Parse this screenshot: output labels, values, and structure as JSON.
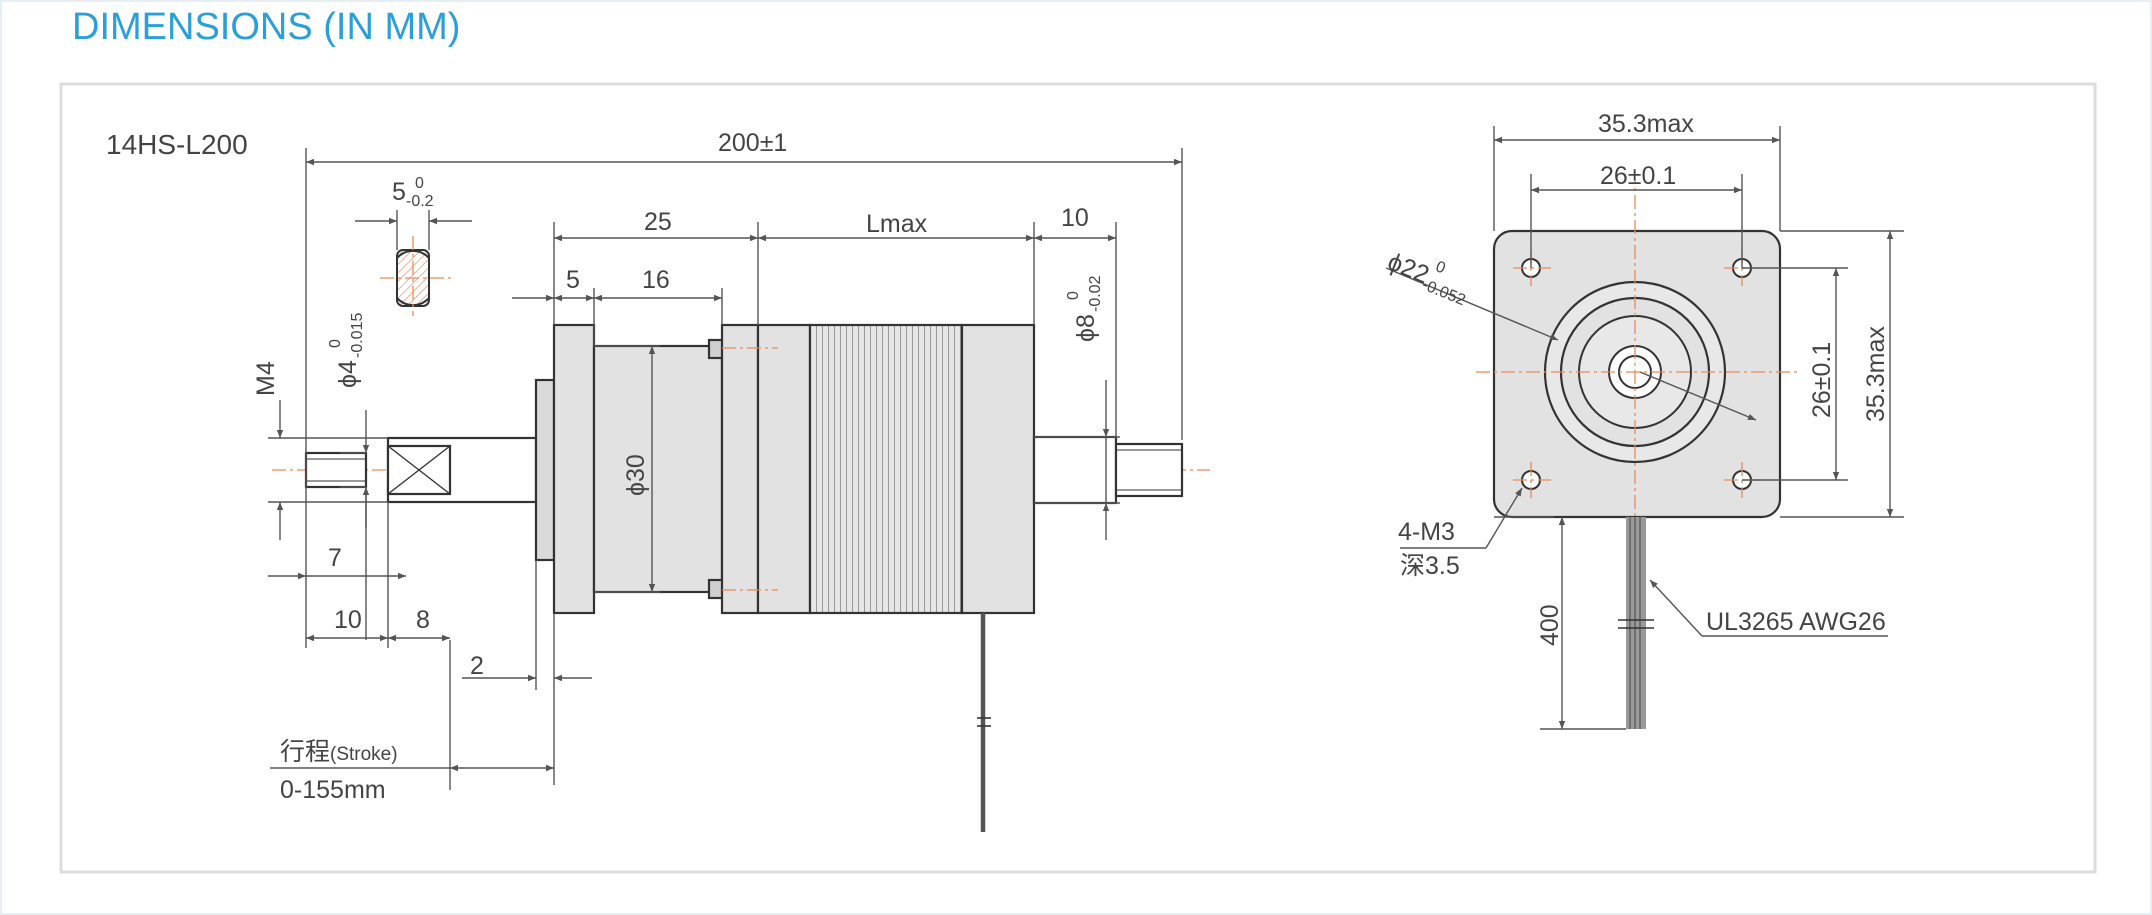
{
  "heading": "DIMENSIONS (IN MM)",
  "side_view": {
    "model": "14HS-L200",
    "total_length": "200±1",
    "flat_width": "5",
    "flat_tol_upper": "0",
    "flat_tol_lower": "-0.2",
    "dim_25": "25",
    "dim_lmax": "Lmax",
    "dim_10_top": "10",
    "dim_5": "5",
    "dim_16": "16",
    "shaft_dia_label": "ϕ8",
    "shaft_dia_tol_upper": "0",
    "shaft_dia_tol_lower": "-0.02",
    "thread": "M4",
    "thread_dia_label": "ϕ4",
    "thread_dia_tol_upper": "0",
    "thread_dia_tol_lower": "-0.015",
    "body_dia": "ϕ30",
    "dim_7": "7",
    "dim_10_bottom": "10",
    "dim_8": "8",
    "dim_2": "2",
    "stroke_label_cn": "行程",
    "stroke_label_en": "(Stroke)",
    "stroke_range": "0-155mm"
  },
  "front_view": {
    "width_max": "35.3max",
    "hole_spacing_h": "26±0.1",
    "pilot_dia_label": "ϕ22",
    "pilot_tol_upper": "0",
    "pilot_tol_lower": "-0.052",
    "hole_spacing_v": "26±0.1",
    "height_max": "35.3max",
    "mount_holes": "4-M3",
    "mount_depth": "深3.5",
    "lead_length": "400",
    "wire_spec": "UL3265 AWG26"
  },
  "colors": {
    "heading": "#2a9fd8",
    "frame_border": "#dcdcdc",
    "body_fill": "#e2e2e2",
    "centerline": "#e88a5a"
  }
}
